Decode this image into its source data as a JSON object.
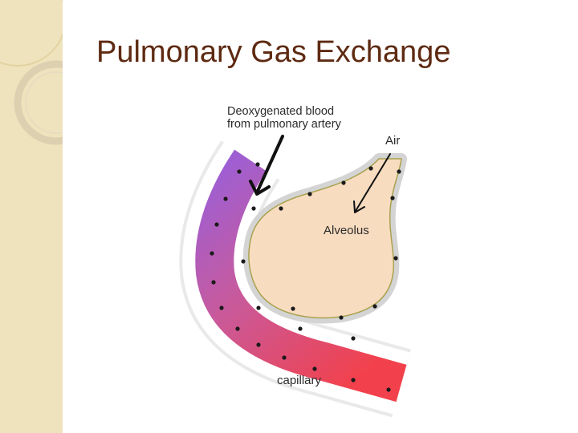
{
  "slide": {
    "title": "Pulmonary Gas Exchange"
  },
  "diagram": {
    "label_deoxygenated_line1": "Deoxygenated blood",
    "label_deoxygenated_line2": "from pulmonary artery",
    "label_air": "Air",
    "label_alveolus": "Alveolus",
    "label_capillary": "capillary"
  },
  "colors": {
    "title": "#5e2a12",
    "sidebar": "#efe3bd",
    "alveolus_fill": "#f8dcc0",
    "capillary_start": "#9a5fd8",
    "capillary_end": "#f2414c",
    "cell_wall": "#ffffff",
    "nucleus": "#1a1a1a"
  }
}
